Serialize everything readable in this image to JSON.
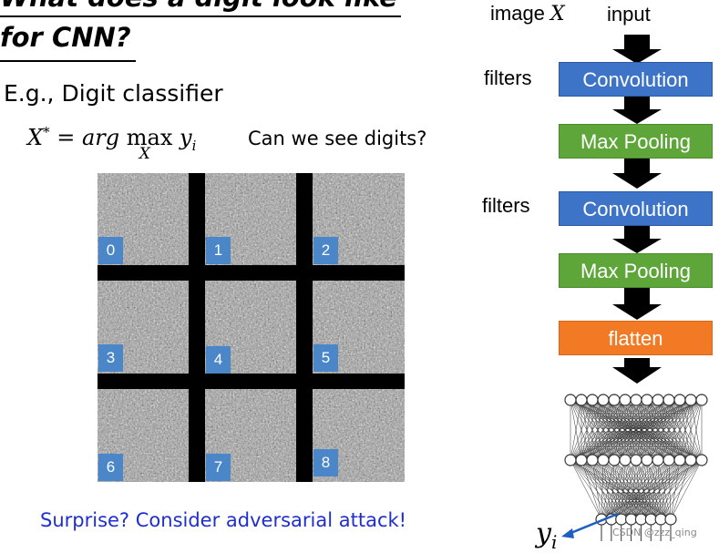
{
  "slide": {
    "title_line1": "What does a digit look like",
    "title_line2": "for CNN?",
    "subtitle": "E.g., Digit classifier",
    "formula": "X* = arg max y_i",
    "question": "Can we see digits?",
    "footer": "Surprise? Consider adversarial attack!"
  },
  "grid": {
    "labels": [
      "0",
      "1",
      "2",
      "3",
      "4",
      "5",
      "6",
      "7",
      "8"
    ],
    "label_color": "#4a86c8"
  },
  "flow": {
    "image_label": "image",
    "image_var": "X",
    "input_label": "input",
    "filters_label_1": "filters",
    "filters_label_2": "filters",
    "box1": "Convolution",
    "box2": "Max Pooling",
    "box3": "Convolution",
    "box4": "Max Pooling",
    "box5": "flatten",
    "output_label": "y",
    "output_sub": "i"
  },
  "colors": {
    "conv": "#3e74c8",
    "pool": "#5ea63a",
    "flatten": "#f27a24",
    "footer_text": "#1f2ecf"
  },
  "watermark": "CSDN @zzz_qing"
}
